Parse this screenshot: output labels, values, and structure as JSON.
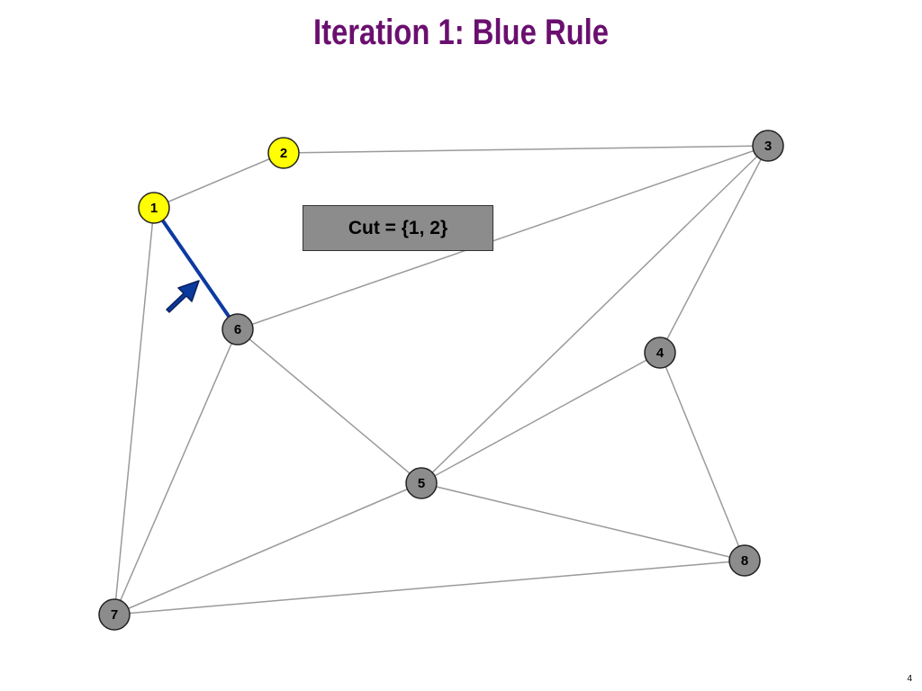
{
  "title": "Iteration 1:  Blue Rule",
  "cut_label": "Cut = {1, 2}",
  "page_number": "4",
  "colors": {
    "title": "#6a0f6f",
    "edge": "#9a9a9a",
    "highlight_edge": "#0d3aa0",
    "node_default": "#8c8c8c",
    "node_in_cut": "#ffff00",
    "arrow": "#0a3a9e"
  },
  "nodes": [
    {
      "id": "1",
      "label": "1",
      "in_cut": true
    },
    {
      "id": "2",
      "label": "2",
      "in_cut": true
    },
    {
      "id": "3",
      "label": "3",
      "in_cut": false
    },
    {
      "id": "4",
      "label": "4",
      "in_cut": false
    },
    {
      "id": "5",
      "label": "5",
      "in_cut": false
    },
    {
      "id": "6",
      "label": "6",
      "in_cut": false
    },
    {
      "id": "7",
      "label": "7",
      "in_cut": false
    },
    {
      "id": "8",
      "label": "8",
      "in_cut": false
    }
  ],
  "edges": [
    {
      "from": "1",
      "to": "2",
      "highlight": false
    },
    {
      "from": "2",
      "to": "3",
      "highlight": false
    },
    {
      "from": "1",
      "to": "6",
      "highlight": true
    },
    {
      "from": "1",
      "to": "7",
      "highlight": false
    },
    {
      "from": "6",
      "to": "3",
      "highlight": false
    },
    {
      "from": "6",
      "to": "5",
      "highlight": false
    },
    {
      "from": "6",
      "to": "7",
      "highlight": false
    },
    {
      "from": "3",
      "to": "5",
      "highlight": false
    },
    {
      "from": "3",
      "to": "4",
      "highlight": false
    },
    {
      "from": "4",
      "to": "5",
      "highlight": false
    },
    {
      "from": "4",
      "to": "8",
      "highlight": false
    },
    {
      "from": "5",
      "to": "8",
      "highlight": false
    },
    {
      "from": "5",
      "to": "7",
      "highlight": false
    },
    {
      "from": "7",
      "to": "8",
      "highlight": false
    }
  ]
}
